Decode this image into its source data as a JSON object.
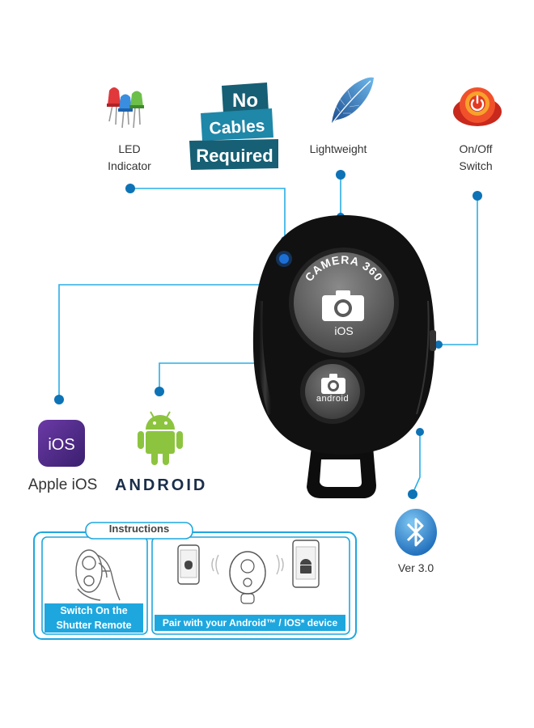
{
  "features": {
    "led": {
      "label_line1": "LED",
      "label_line2": "Indicator",
      "icon": "led-icon"
    },
    "no_cables": {
      "line1": "No",
      "line2": "Cables",
      "line3": "Required"
    },
    "lightweight": {
      "label": "Lightweight",
      "icon": "feather-icon"
    },
    "onoff": {
      "label_line1": "On/Off",
      "label_line2": "Switch",
      "icon": "power-button-icon"
    }
  },
  "remote": {
    "big_button_arc_text": "CAMERA 360",
    "big_button_text": "iOS",
    "small_button_text": "android"
  },
  "platforms": {
    "ios": {
      "tile_text": "iOS",
      "label": "Apple iOS"
    },
    "android": {
      "wordmark": "ANDROID"
    }
  },
  "bluetooth": {
    "label": "Ver 3.0"
  },
  "instructions": {
    "title": "Instructions",
    "step1": {
      "line1": "Switch On the",
      "line2": "Shutter Remote"
    },
    "step2": {
      "caption": "Pair with your Android™ / IOS* device"
    }
  },
  "colors": {
    "accent": "#1ea7df",
    "line": "#2aaee6",
    "dot": "#0d73b6",
    "remote": "#111111"
  }
}
